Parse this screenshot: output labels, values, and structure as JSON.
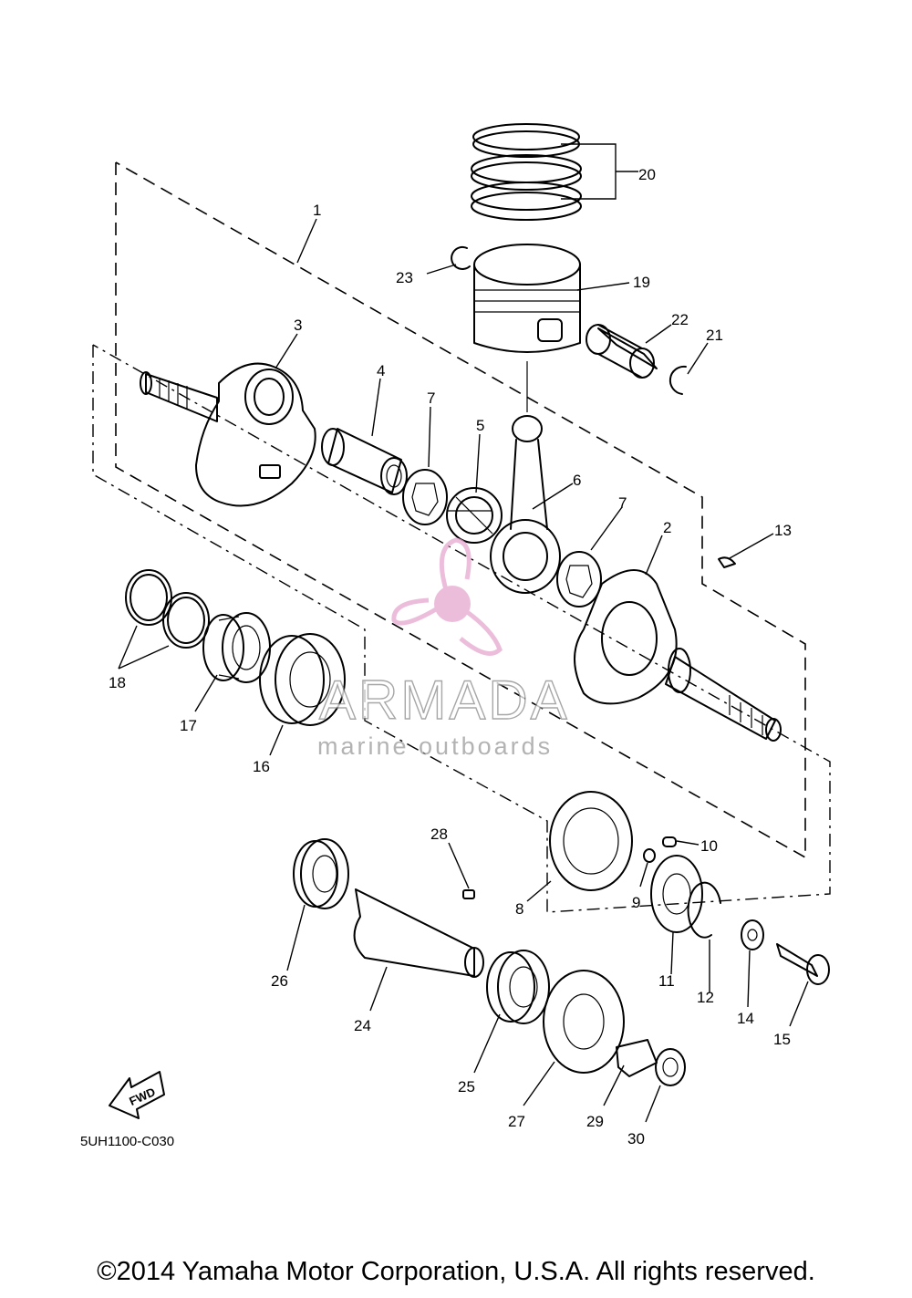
{
  "diagram_code": "5UH1100-C030",
  "fwd_label": "FWD",
  "copyright": "©2014 Yamaha Motor Corporation, U.S.A. All rights reserved.",
  "watermark": {
    "brand": "ARMADA",
    "tagline": "marine outboards",
    "accent_color": "#e6a8cf"
  },
  "callouts": [
    "1",
    "2",
    "3",
    "4",
    "5",
    "6",
    "7",
    "7",
    "8",
    "9",
    "10",
    "11",
    "12",
    "13",
    "14",
    "15",
    "16",
    "17",
    "18",
    "19",
    "20",
    "21",
    "22",
    "23",
    "24",
    "25",
    "26",
    "27",
    "28",
    "29",
    "30"
  ]
}
